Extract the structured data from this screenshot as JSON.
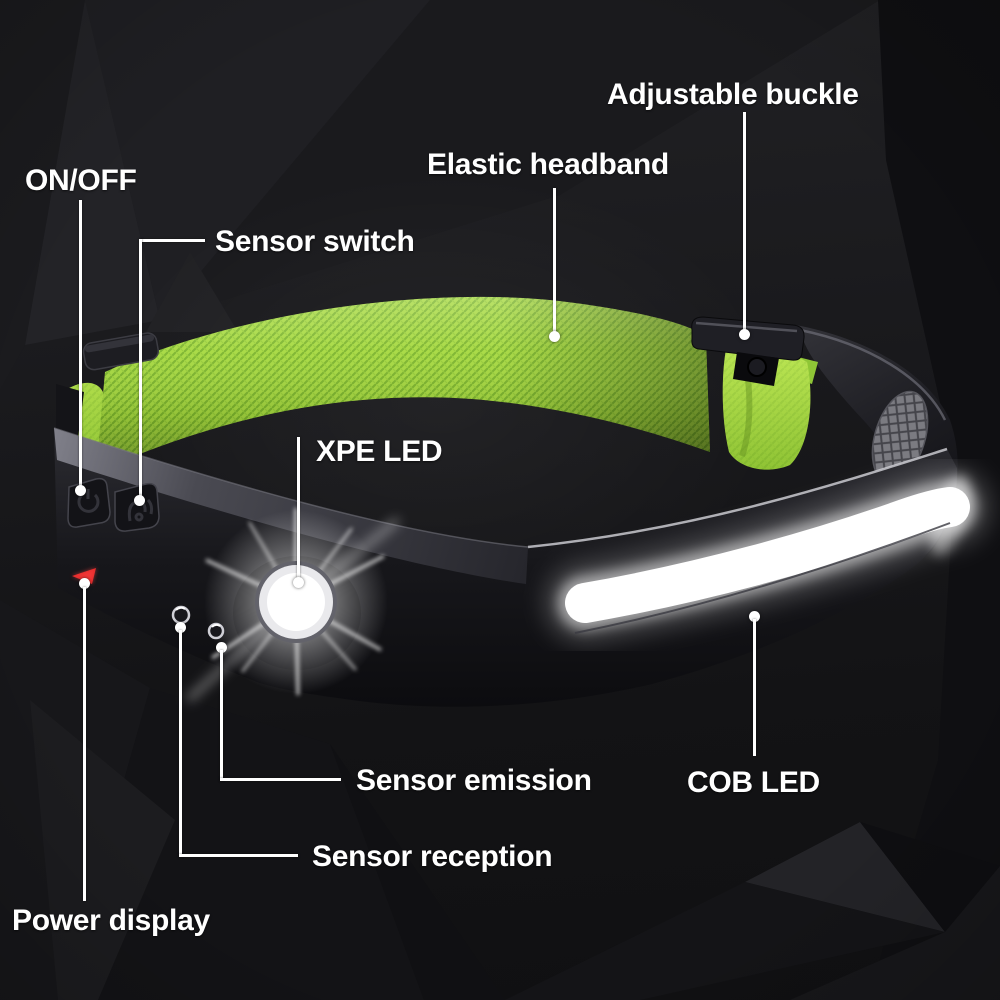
{
  "labels": {
    "on_off": "ON/OFF",
    "sensor_switch": "Sensor switch",
    "elastic_headband": "Elastic headband",
    "adjustable_buckle": "Adjustable buckle",
    "xpe_led": "XPE LED",
    "cob_led": "COB LED",
    "sensor_emission": "Sensor emission",
    "sensor_reception": "Sensor reception",
    "power_display": "Power display"
  },
  "colors": {
    "annotation_white": "#ffffff",
    "headband_green": "#a6d93f",
    "headband_hatch_green": "#7cb52c",
    "led_glow_white": "#ffffff",
    "power_indicator_red": "#e02828",
    "body_black": "#17171b",
    "background_dark": "#161618"
  },
  "icons": {
    "power_button_icon": "power-symbol",
    "sensor_switch_icon": "hand-wave-symbol"
  }
}
